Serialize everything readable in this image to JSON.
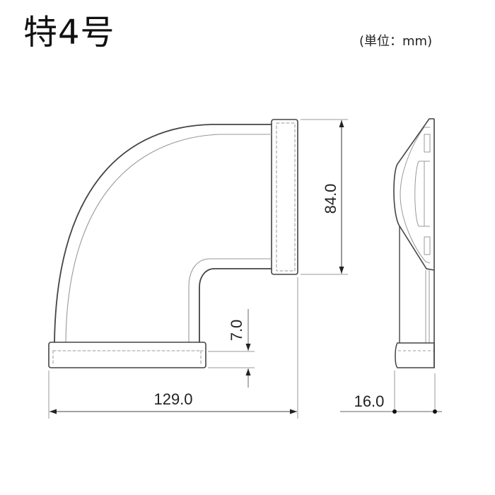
{
  "title": "特4号",
  "unit_label": "(単位：mm)",
  "colors": {
    "outline": "#444444",
    "hidden_line": "#888888",
    "secondary_line": "#999999",
    "dimension": "#333333",
    "text": "#222222",
    "background": "#ffffff"
  },
  "views": {
    "front": {
      "name": "front-view",
      "description": "90-degree elbow cover, front view"
    },
    "side": {
      "name": "side-view",
      "description": "90-degree elbow cover, side view"
    }
  },
  "dimensions": {
    "height": "84.0",
    "flange": "7.0",
    "width": "129.0",
    "depth": "16.0"
  }
}
